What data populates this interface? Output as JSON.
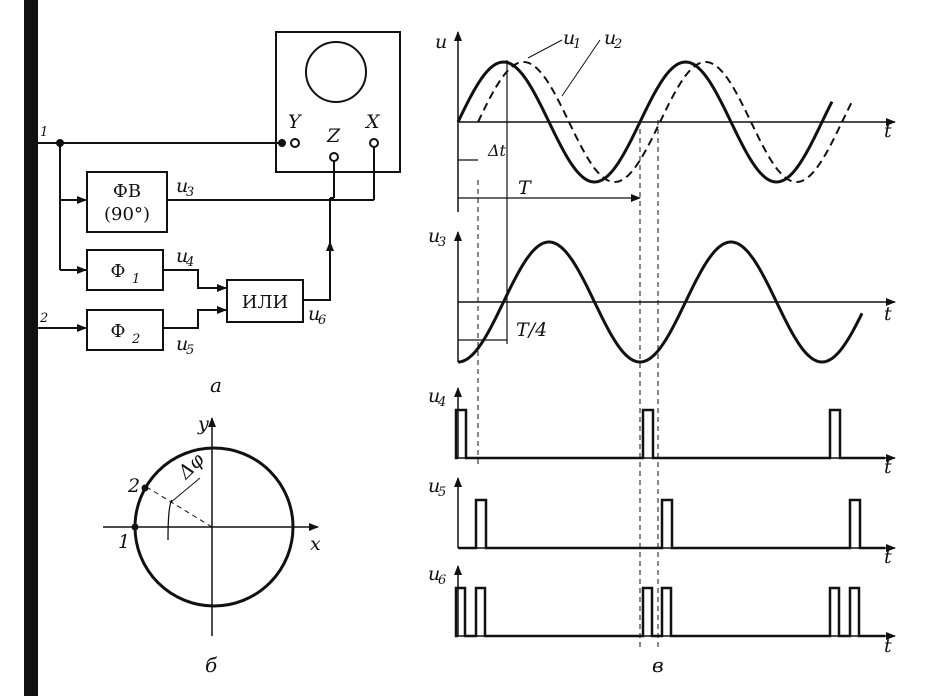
{
  "blocks": {
    "phase_shifter": "ФВ",
    "phase_shifter_angle": "(90°)",
    "former1": "Ф",
    "former1_sub": "1",
    "former2": "Ф",
    "former2_sub": "2",
    "or_gate": "ИЛИ"
  },
  "scope_inputs": {
    "y": "Y",
    "z": "Z",
    "x": "X"
  },
  "inputs": {
    "in1": "1",
    "in2": "2"
  },
  "signals": {
    "u": "u",
    "u1": "u",
    "u1_sub": "1",
    "u2": "u",
    "u2_sub": "2",
    "u3": "u",
    "u3_sub": "3",
    "u4": "u",
    "u4_sub": "4",
    "u5": "u",
    "u5_sub": "5",
    "u6": "u",
    "u6_sub": "6",
    "t": "t"
  },
  "timing": {
    "delta_t": "Δt",
    "period": "T",
    "quarter": "T/4"
  },
  "circle": {
    "x_axis": "x",
    "y_axis": "y",
    "point1": "1",
    "point2": "2",
    "delta_phi": "Δφ"
  },
  "captions": {
    "a": "а",
    "b": "б",
    "c": "в"
  }
}
